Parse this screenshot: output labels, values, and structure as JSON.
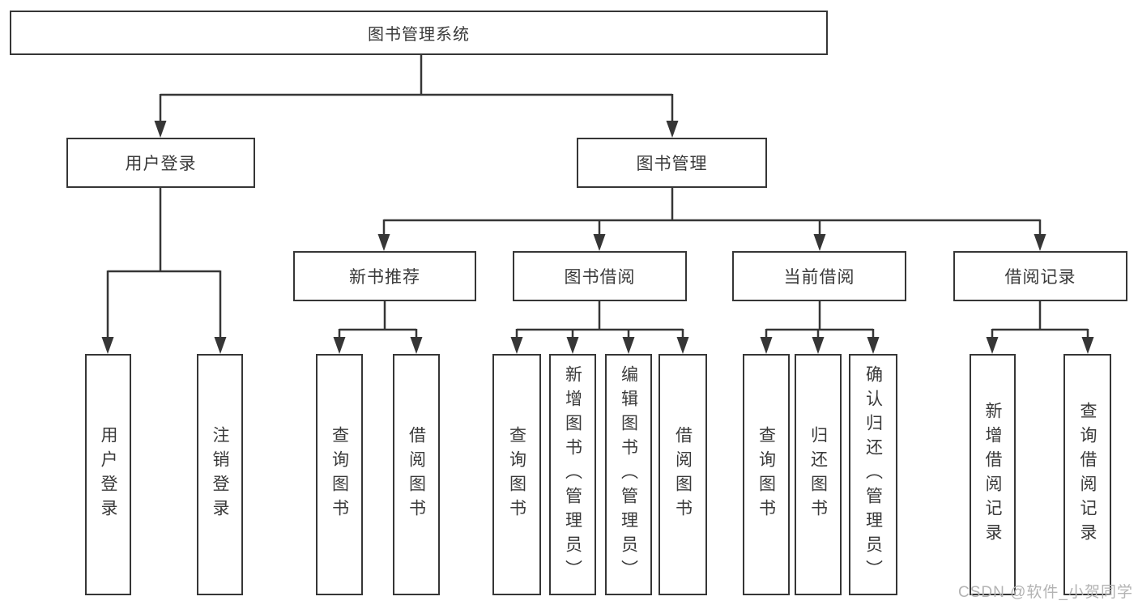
{
  "tree": {
    "root": {
      "label": "图书管理系统"
    },
    "branches": [
      {
        "label": "用户登录",
        "children": [
          {
            "label": "用户登录"
          },
          {
            "label": "注销登录"
          }
        ]
      },
      {
        "label": "图书管理",
        "children": [
          {
            "label": "新书推荐",
            "children": [
              {
                "label": "查询图书"
              },
              {
                "label": "借阅图书"
              }
            ]
          },
          {
            "label": "图书借阅",
            "children": [
              {
                "label": "查询图书"
              },
              {
                "label": "新增图书（管理员）"
              },
              {
                "label": "编辑图书（管理员）"
              },
              {
                "label": "借阅图书"
              }
            ]
          },
          {
            "label": "当前借阅",
            "children": [
              {
                "label": "查询图书"
              },
              {
                "label": "归还图书"
              },
              {
                "label": "确认归还（管理员）"
              }
            ]
          },
          {
            "label": "借阅记录",
            "children": [
              {
                "label": "新增借阅记录"
              },
              {
                "label": "查询借阅记录"
              }
            ]
          }
        ]
      }
    ]
  },
  "watermark": {
    "text": "CSDN @软件_小贺同学"
  },
  "colors": {
    "line": "#363636",
    "text": "#3a3a3a",
    "watermark": "#b3b3b3",
    "background": "#ffffff"
  }
}
